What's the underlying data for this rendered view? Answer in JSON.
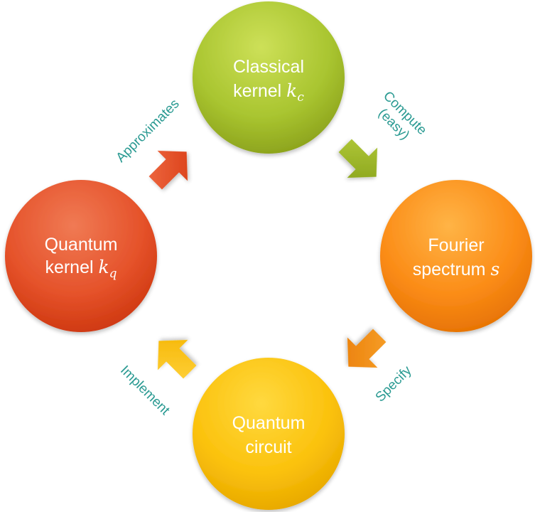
{
  "nodes": {
    "classical": {
      "line1": "Classical",
      "line2_text": "kernel ",
      "line2_symbol": "k",
      "line2_sub": "c",
      "color_light": "#c4d84a",
      "color_dark": "#8fa81f"
    },
    "fourier": {
      "line1": "Fourier",
      "line2_text": "spectrum ",
      "line2_symbol": "s",
      "color_light": "#ffab3a",
      "color_dark": "#ec7a06"
    },
    "circuit": {
      "line1": "Quantum",
      "line2_text": "circuit",
      "color_light": "#ffd42c",
      "color_dark": "#eeb000"
    },
    "quantum": {
      "line1": "Quantum",
      "line2_text": "kernel ",
      "line2_symbol": "k",
      "line2_sub": "q",
      "color_light": "#ef6a46",
      "color_dark": "#d93d14"
    }
  },
  "edges": {
    "compute": {
      "line1": "Compute",
      "line2": "(easy)",
      "color": "#93b124"
    },
    "specify": {
      "label": "Specify",
      "color": "#f19312"
    },
    "implement": {
      "label": "Implement",
      "color": "#ffc31a"
    },
    "approximates": {
      "label": "Approximates",
      "color": "#e34a24"
    }
  },
  "label_color": "#2a9a92"
}
